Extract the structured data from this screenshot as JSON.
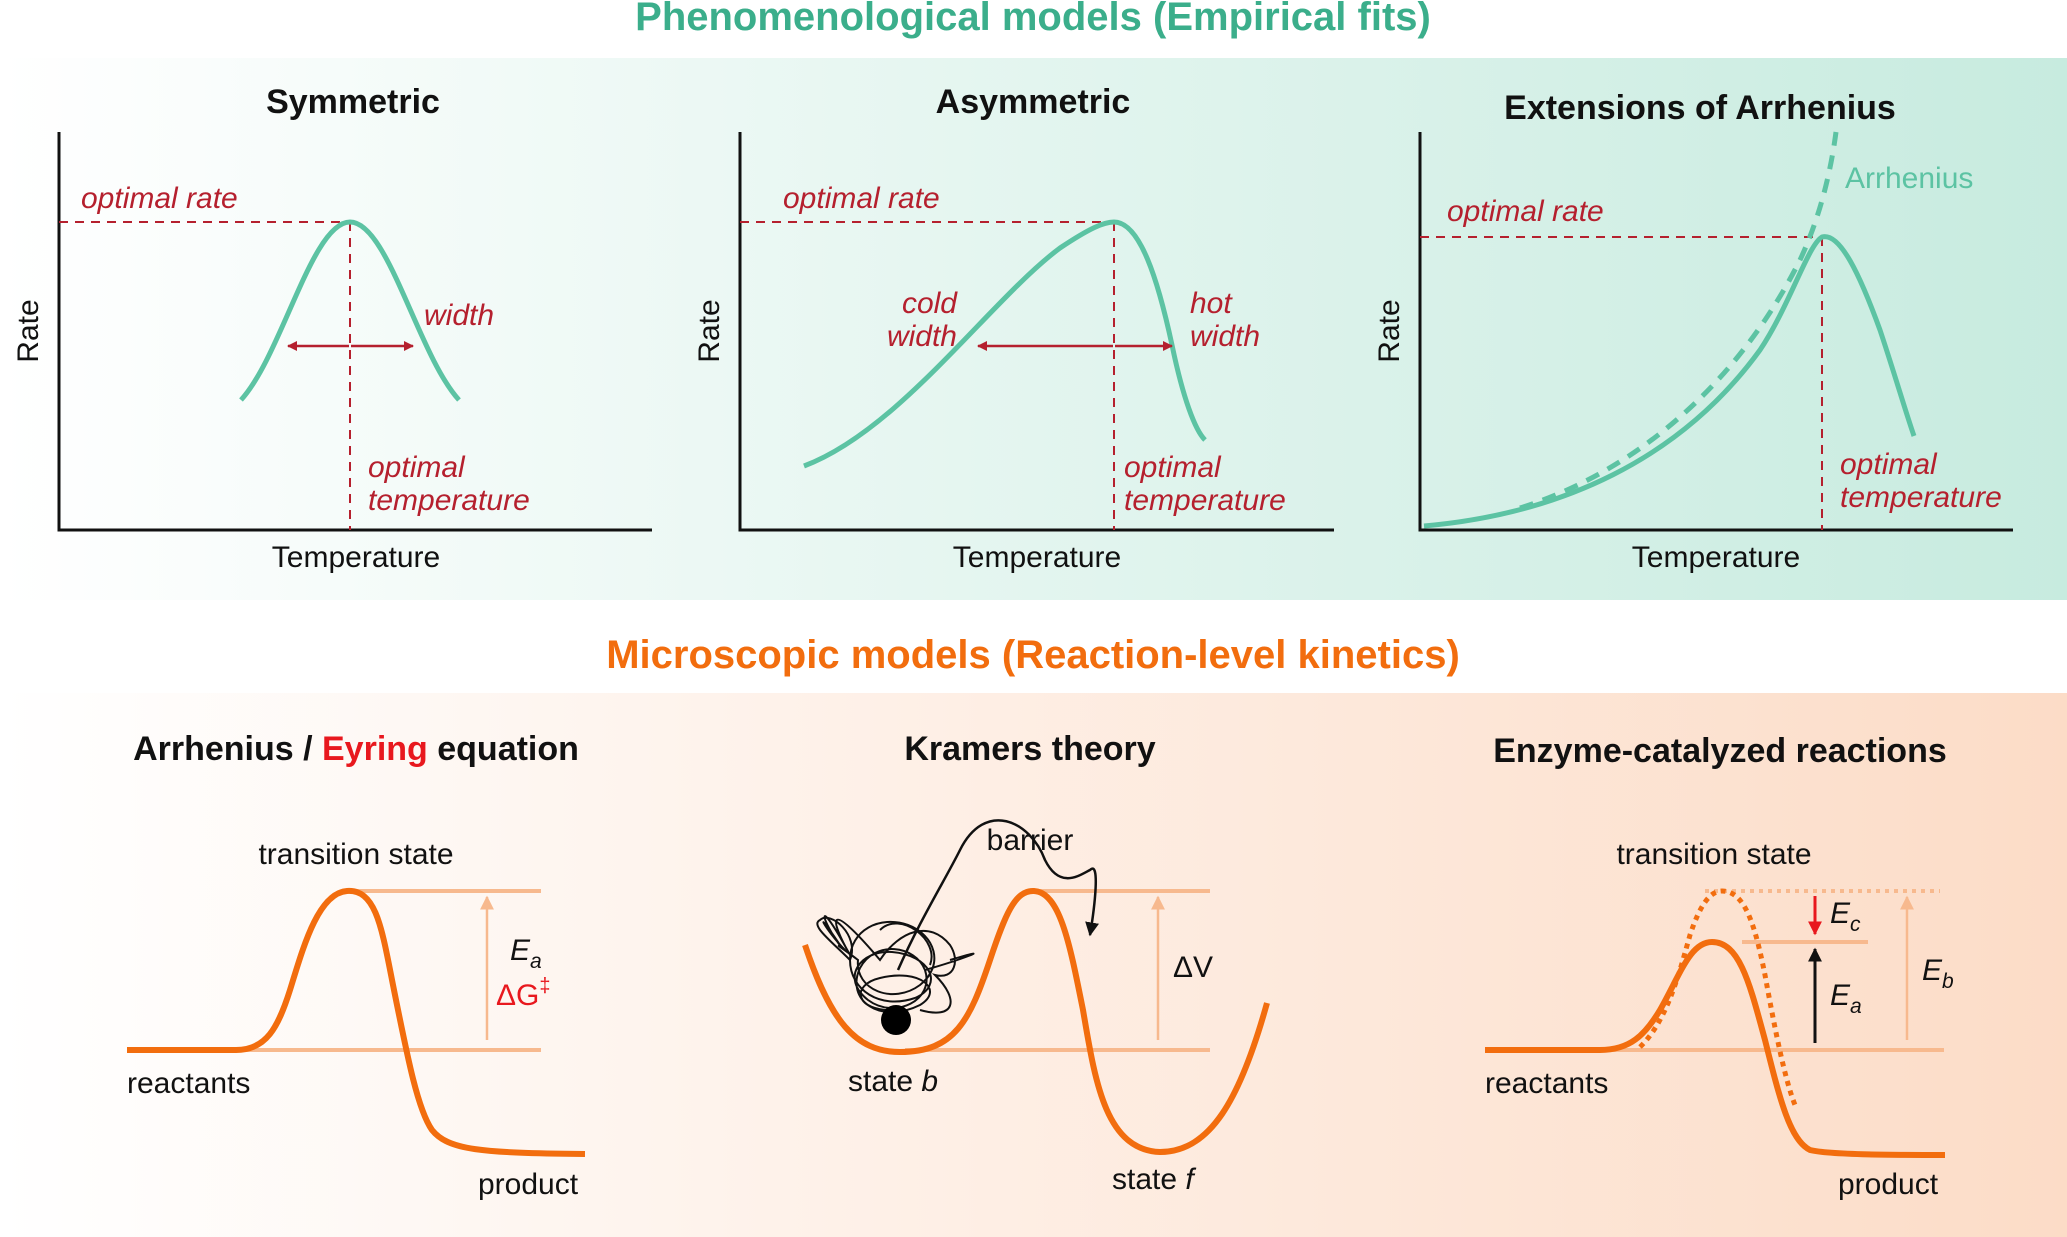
{
  "colors": {
    "teal": "#5cc3a3",
    "teal_title": "#3bae8b",
    "orange": "#f26d0e",
    "orange_title": "#f26d0e",
    "orange_light": "#f7b98e",
    "red_annot": "#b5202e",
    "red_bright": "#e8181e"
  },
  "phenomenological": {
    "title": "Phenomenological models (Empirical fits)",
    "panels": [
      {
        "title": "Symmetric",
        "xlabel": "Temperature",
        "ylabel": "Rate",
        "optimal_rate": "optimal rate",
        "width": "width",
        "optimal_temperature": [
          "optimal",
          "temperature"
        ]
      },
      {
        "title": "Asymmetric",
        "xlabel": "Temperature",
        "ylabel": "Rate",
        "optimal_rate": "optimal rate",
        "cold_width": [
          "cold",
          "width"
        ],
        "hot_width": [
          "hot",
          "width"
        ],
        "optimal_temperature": [
          "optimal",
          "temperature"
        ]
      },
      {
        "title": "Extensions of Arrhenius",
        "xlabel": "Temperature",
        "ylabel": "Rate",
        "optimal_rate": "optimal rate",
        "arrhenius": "Arrhenius",
        "optimal_temperature": [
          "optimal",
          "temperature"
        ]
      }
    ]
  },
  "microscopic": {
    "title": "Microscopic models (Reaction-level kinetics)",
    "panels": [
      {
        "title_part1": "Arrhenius / ",
        "title_part2": "Eyring",
        "title_part3": " equation",
        "transition_state": "transition state",
        "reactants": "reactants",
        "product": "product",
        "ea_symbol": "E",
        "ea_sub": "a",
        "dg": "ΔG",
        "dg_sup": "‡"
      },
      {
        "title": "Kramers theory",
        "barrier": "barrier",
        "dv": "ΔV",
        "state_b": "state",
        "state_b_var": "b",
        "state_f": "state",
        "state_f_var": "f"
      },
      {
        "title": "Enzyme-catalyzed reactions",
        "transition_state": "transition state",
        "reactants": "reactants",
        "product": "product",
        "ec_symbol": "E",
        "ec_sub": "c",
        "ea_symbol": "E",
        "ea_sub": "a",
        "eb_symbol": "E",
        "eb_sub": "b"
      }
    ]
  }
}
